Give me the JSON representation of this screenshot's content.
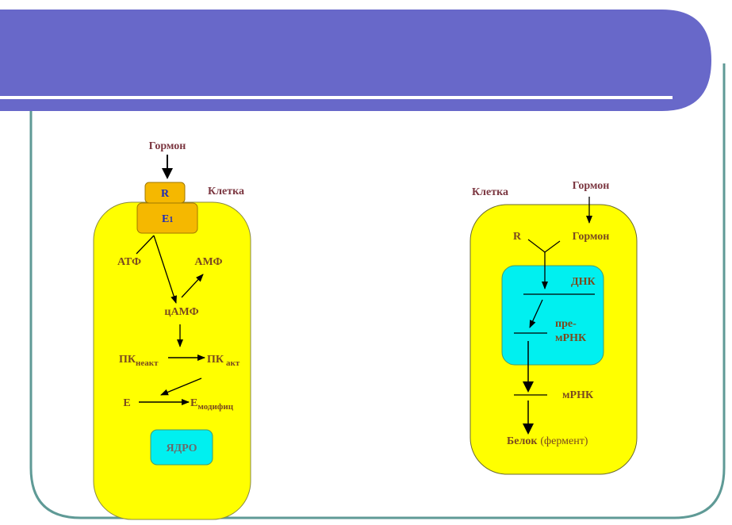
{
  "colors": {
    "header": "#6868c9",
    "frame": "#5f9a96",
    "cell": "#ffff00",
    "nucleus": "#00f0f0",
    "receptor": "#f5b800",
    "text": "#7a4a1e"
  },
  "left_scheme": {
    "hormone": "Гормон",
    "cell_label": "Клетка",
    "receptor": "R",
    "enzyme": "E",
    "enzyme_sub": "1",
    "atp": "АТФ",
    "amp": "АМФ",
    "camp": "цАМФ",
    "pk": "ПК",
    "pk_inactive_sub": "неакт",
    "pk_active_sub": "акт",
    "e": "E",
    "e_mod": "E",
    "e_mod_sub": "модифиц",
    "nucleus": "ЯДРО"
  },
  "right_scheme": {
    "cell_label": "Клетка",
    "hormone_outside": "Гормон",
    "receptor": "R",
    "hormone_inside": "Гормон",
    "dna": "ДНК",
    "pre_mrna_1": "пре-",
    "pre_mrna_2": "мРНК",
    "mrna": "мРНК",
    "protein": "Белок",
    "protein_note": "(фермент)"
  }
}
